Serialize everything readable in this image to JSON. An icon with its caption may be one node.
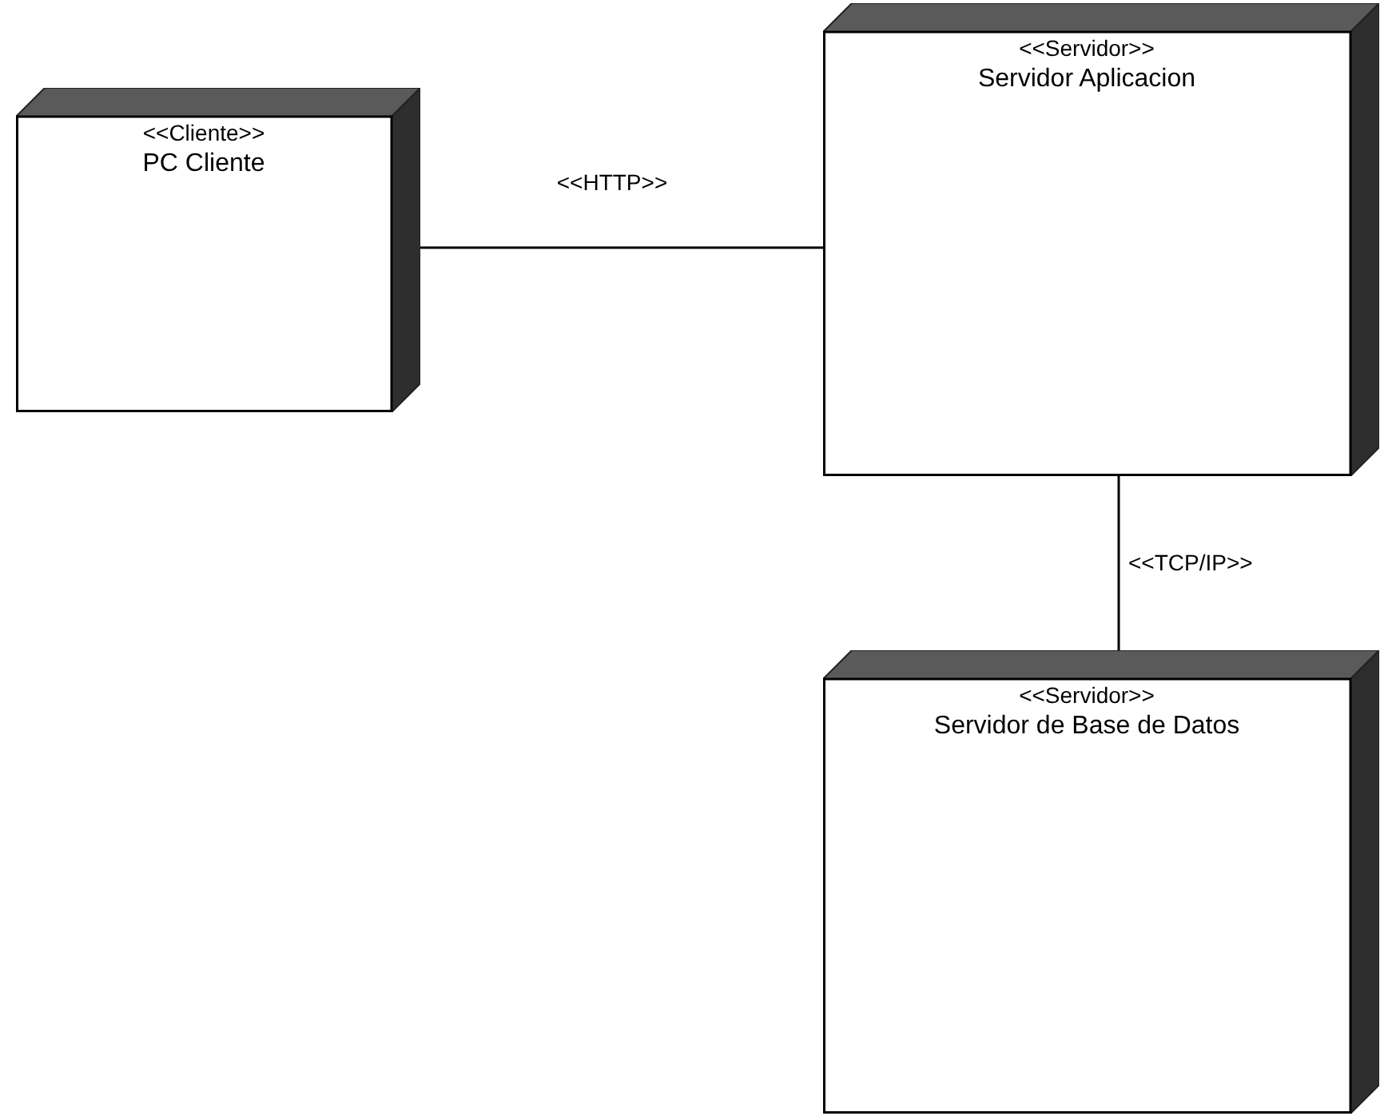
{
  "diagram": {
    "nodes": [
      {
        "text": [
          "<<Cliente>>",
          "PC Cliente"
        ]
      },
      {
        "text": [
          "<<Servidor>>",
          "Servidor Aplicacion"
        ]
      },
      {
        "text": [
          "<<Servidor>>",
          "Servidor de Base de Datos"
        ]
      }
    ],
    "edges": [
      {
        "from": 0,
        "to": 1,
        "arrow": "none",
        "label": "<<HTTP>>"
      },
      {
        "from": 1,
        "to": 2,
        "arrow": "none",
        "label": "<<TCP/IP>>"
      }
    ]
  }
}
